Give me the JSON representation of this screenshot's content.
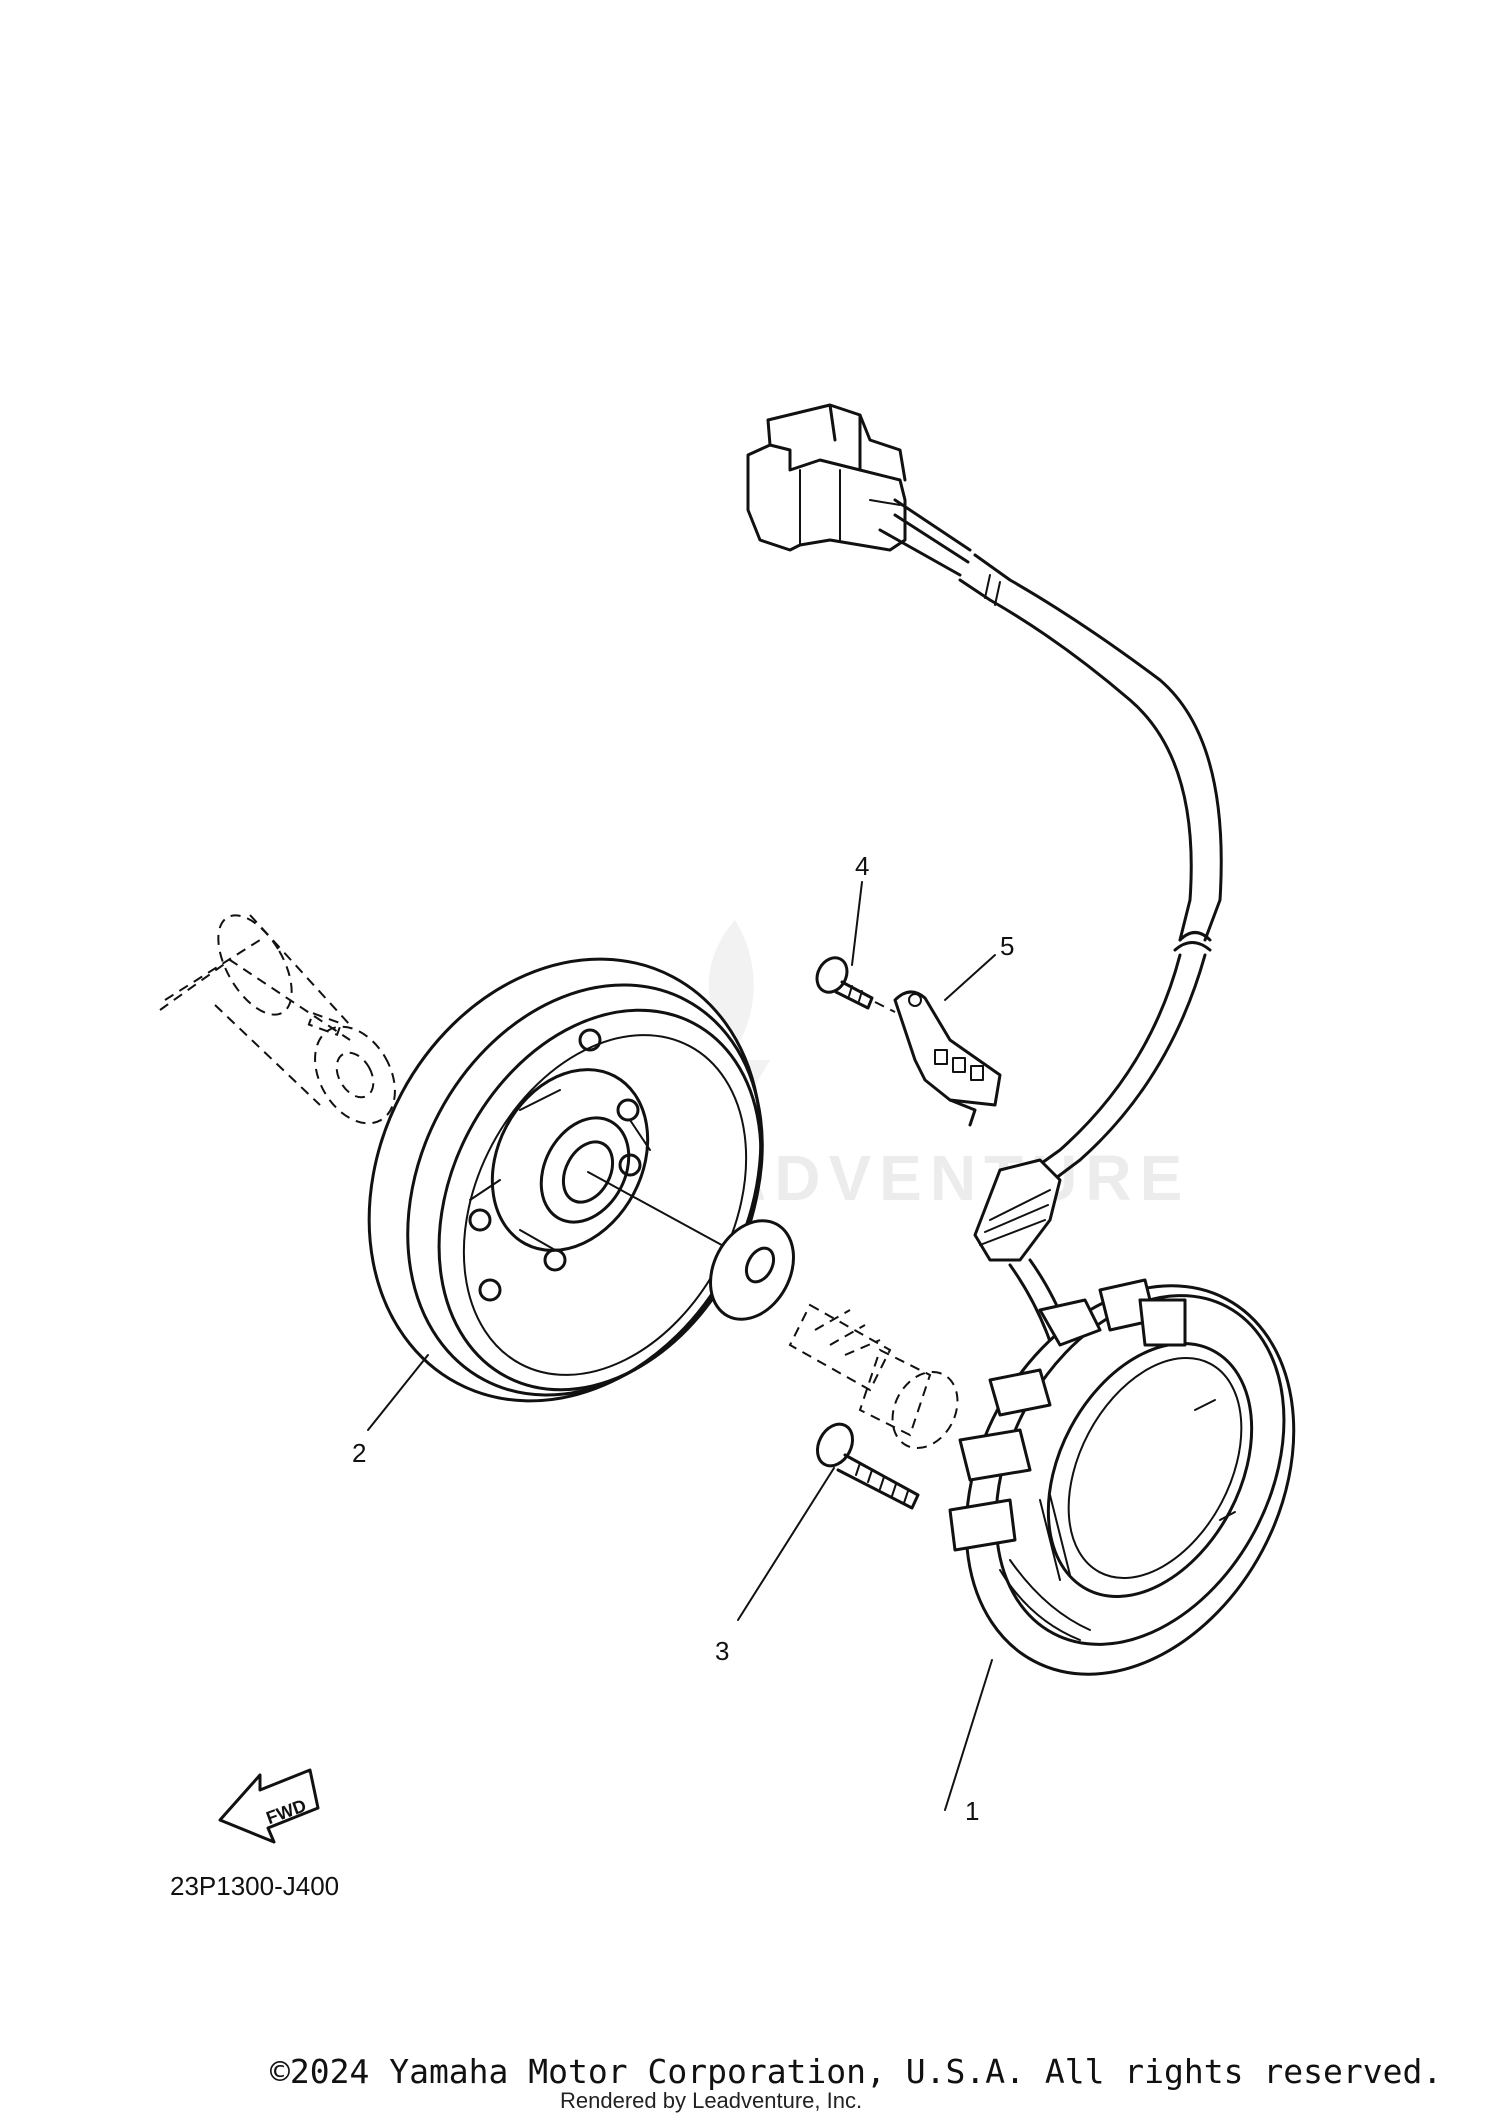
{
  "diagram": {
    "callouts": [
      {
        "id": "1",
        "label": "1"
      },
      {
        "id": "2",
        "label": "2"
      },
      {
        "id": "3",
        "label": "3"
      },
      {
        "id": "4",
        "label": "4"
      },
      {
        "id": "5",
        "label": "5"
      }
    ],
    "fwd_label": "FWD",
    "diagram_code": "23P1300-J400",
    "watermark_text": "ADVENTURE"
  },
  "footer": {
    "copyright": "©2024 Yamaha Motor Corporation, U.S.A. All rights reserved.",
    "rendered_by": "Rendered by Leadventure, Inc."
  }
}
